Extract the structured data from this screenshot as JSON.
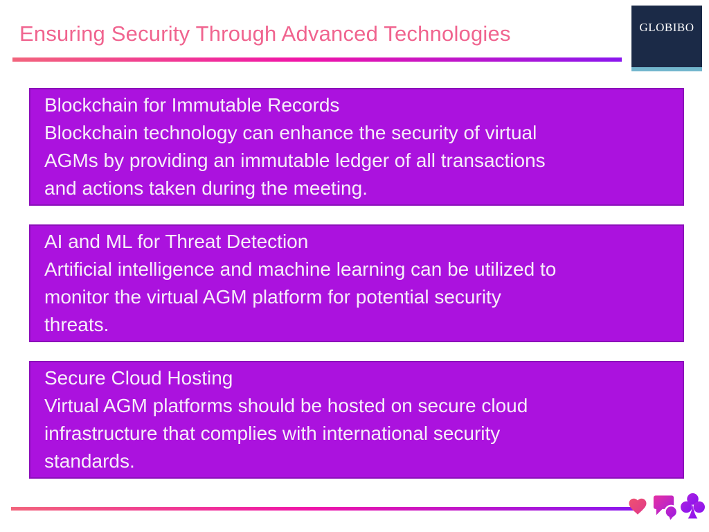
{
  "slide": {
    "title": "Ensuring Security Through Advanced Technologies",
    "logo": {
      "text": "GLOBIBO"
    },
    "boxes": [
      {
        "heading": "Blockchain for Immutable Records",
        "body": "Blockchain technology can enhance the security of virtual\nAGMs by providing an immutable ledger of all transactions\nand actions taken during the meeting."
      },
      {
        "heading": "AI and ML for Threat Detection",
        "body": "Artificial intelligence and machine learning can be utilized to\nmonitor the virtual AGM platform for potential security\nthreats."
      },
      {
        "heading": "Secure Cloud Hosting",
        "body": "Virtual AGM platforms should be hosted on secure cloud\ninfrastructure that complies with international security\nstandards."
      }
    ],
    "footer": {
      "icons": [
        "heart-icon",
        "chat-bubbles-icon",
        "club-icon"
      ]
    }
  },
  "colors": {
    "title_pink": "#f0648f",
    "box_bg": "#ab12de",
    "box_border": "#8c10ba",
    "box_text": "#f7eef9",
    "logo_bg": "#1b2a47",
    "logo_accent": "#73b6cd",
    "line_start": "#f2647c",
    "line_mid": "#f014a8",
    "line_end": "#8a16ee",
    "bg": "#ffffff"
  }
}
